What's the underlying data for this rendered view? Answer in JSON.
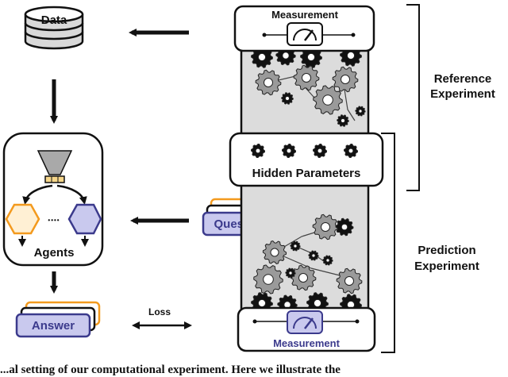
{
  "data_label": "Data",
  "agents_label": "Agents",
  "agents_ellipsis": "••••",
  "question_label": "Question",
  "answer_label": "Answer",
  "loss_label": "Loss",
  "top_measurement_label": "Measurement",
  "bottom_measurement_label": "Measurement",
  "hidden_parameters_label": "Hidden Parameters",
  "reference_experiment": [
    "Reference",
    "Experiment"
  ],
  "prediction_experiment": [
    "Prediction",
    "Experiment"
  ],
  "caption_fragment": "...al setting of our computational experiment. Here we illustrate the",
  "colors": {
    "orange": "#f39a1e",
    "blue": "#3b3a8c",
    "blue_fill": "#c9c9ee",
    "gray_fill": "#dcdcdc",
    "dark": "#111111"
  }
}
